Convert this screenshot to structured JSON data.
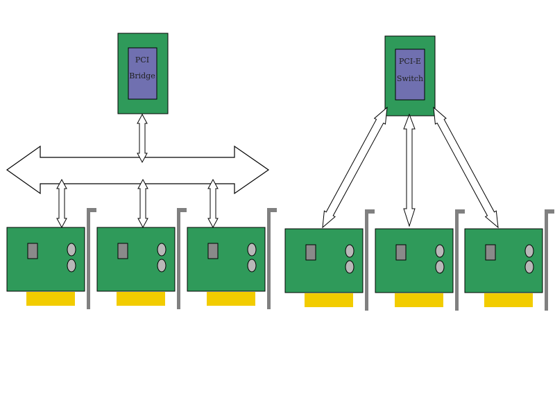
{
  "left_diagram": {
    "chip": {
      "line1": "PCI",
      "line2": "Bridge"
    },
    "cards": 3
  },
  "right_diagram": {
    "chip": {
      "line1": "PCI-E",
      "line2": "Switch"
    },
    "cards": 3
  },
  "colors": {
    "board_green": "#2f9a5a",
    "chip_purple": "#7070b0",
    "edge_connector": "#f2cc00",
    "bracket_gray": "#808080",
    "component_gray": "#b0b0b0",
    "outline": "#000000"
  }
}
